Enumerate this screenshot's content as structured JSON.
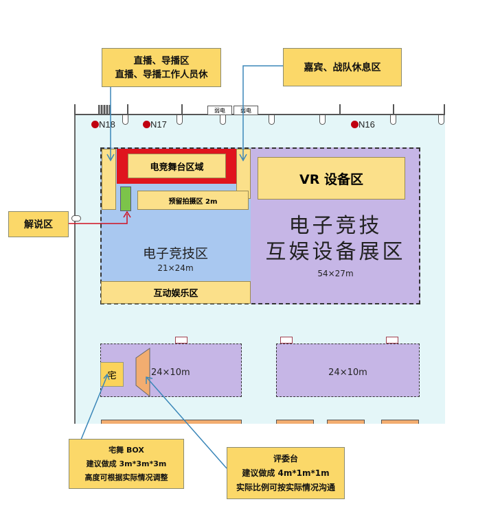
{
  "callouts": {
    "broadcast": {
      "line1": "直播、导播区",
      "line2": "直播、导播工作人员休"
    },
    "guest": {
      "line1": "嘉宾、战队休息区"
    },
    "commentary": {
      "line1": "解说区"
    },
    "dance_box": {
      "line1": "宅舞 BOX",
      "line2": "建议做成 3m*3m*3m",
      "line3": "高度可根据实际情况调整"
    },
    "judges": {
      "line1": "评委台",
      "line2": "建议做成 4m*1m*1m",
      "line3": "实际比例可按实际情况沟通"
    }
  },
  "markers": [
    "N18",
    "N17",
    "N16"
  ],
  "power": [
    "弱电",
    "弱电"
  ],
  "zones": {
    "stage": "电竞舞台区域",
    "reserved_shoot": "预留拍摄区 2m",
    "esports_zone": "电子竞技区",
    "esports_size": "21×24m",
    "interactive": "互动娱乐区",
    "vr": "VR 设备区",
    "expo_line1": "电子竞技",
    "expo_line2": "互娱设备展区",
    "expo_size": "54×27m",
    "dance_box_label": "宅",
    "lower_left_size": "24×10m",
    "lower_right_size": "24×10m"
  },
  "colors": {
    "callout": "#fbd869",
    "stage_red": "#e0141e",
    "esports_blue": "#a9c8f0",
    "expo_purple": "#c6b6e6",
    "floor": "#e4f6f8",
    "arrow": "#3a86b8"
  }
}
